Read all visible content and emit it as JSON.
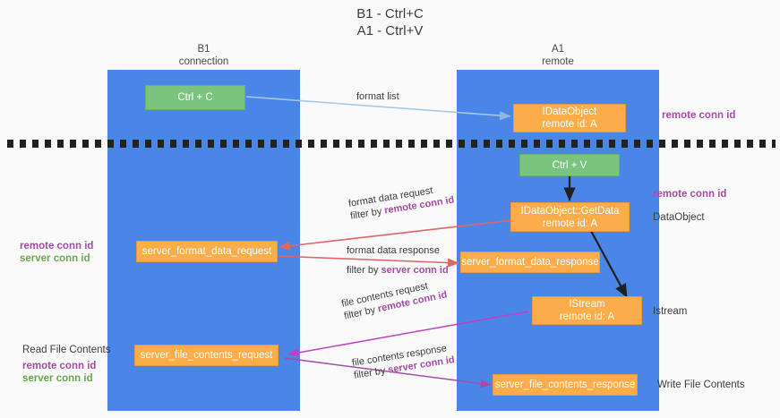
{
  "title": {
    "line1": "B1 - Ctrl+C",
    "line2": "A1 - Ctrl+V"
  },
  "columns": [
    {
      "name": "B1",
      "sub": "connection"
    },
    {
      "name": "A1",
      "sub": "remote"
    }
  ],
  "colors": {
    "lane": "#4a86e8",
    "green_node": "#7bc47f",
    "orange_node": "#fbad4a",
    "purple_text": "#a64ca6",
    "green_text": "#6aa84f",
    "arrow_blue": "#a8c8e8",
    "arrow_red": "#e06666",
    "arrow_black": "#1f1f1f",
    "arrow_magenta": "#c23ec2",
    "arrow_violet": "#a64ca6",
    "background": "#fafafa",
    "divider": "#222222"
  },
  "nodes": {
    "ctrl_c": {
      "label": "Ctrl + C"
    },
    "idataobject_top": {
      "line1": "IDataObject",
      "line2": "remote id: A"
    },
    "ctrl_v": {
      "label": "Ctrl + V"
    },
    "getdata": {
      "line1": "IDataObject::GetData",
      "line2": "remote id: A"
    },
    "server_format_data_request": {
      "label": "server_format_data_request"
    },
    "server_format_data_response": {
      "label": "server_format_data_response"
    },
    "istream": {
      "line1": "IStream",
      "line2": "remote id: A"
    },
    "server_file_contents_request": {
      "label": "server_file_contents_request"
    },
    "server_file_contents_response": {
      "label": "server_file_contents_response"
    }
  },
  "edge_labels": {
    "format_list": "format list",
    "format_data_request": "format data request",
    "format_data_request_filter_prefix": "filter by ",
    "format_data_request_filter_key": "remote conn id",
    "format_data_response": "format data response",
    "format_data_response_filter_prefix": "filter by ",
    "format_data_response_filter_key": "server conn id",
    "file_contents_request": "file contents request",
    "file_contents_request_filter_prefix": "filter by ",
    "file_contents_request_filter_key": "remote conn id",
    "file_contents_response": "file contents response",
    "file_contents_response_filter_prefix": "filter by ",
    "file_contents_response_filter_key": "server conn id"
  },
  "annotations": {
    "right_remote_conn_id_top": "remote conn id",
    "right_remote_conn_id_mid": "remote conn id",
    "right_dataobject": "DataObject",
    "right_istream": "Istream",
    "right_write_file_contents": "Write File Contents",
    "left_remote_conn_id_mid": "remote conn id",
    "left_server_conn_id_mid": "server conn id",
    "left_read_file_contents": "Read File Contents",
    "left_remote_conn_id_bottom": "remote conn id",
    "left_server_conn_id_bottom": "server conn id"
  }
}
